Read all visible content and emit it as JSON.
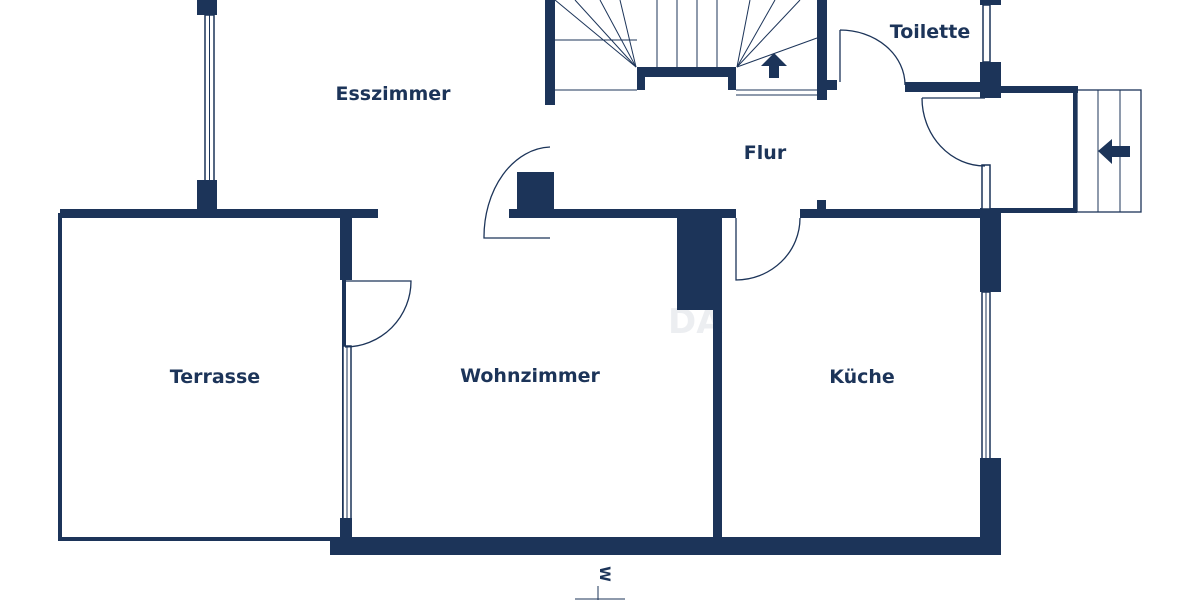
{
  "plan": {
    "wall_color": "#1c3459",
    "rooms": [
      {
        "id": "esszimmer",
        "label": "Esszimmer"
      },
      {
        "id": "flur",
        "label": "Flur"
      },
      {
        "id": "toilette",
        "label": "Toilette"
      },
      {
        "id": "terrasse",
        "label": "Terrasse"
      },
      {
        "id": "wohnzimmer",
        "label": "Wohnzimmer"
      },
      {
        "id": "kueche",
        "label": "Küche"
      }
    ],
    "compass_label": "W",
    "watermark": "DA"
  }
}
